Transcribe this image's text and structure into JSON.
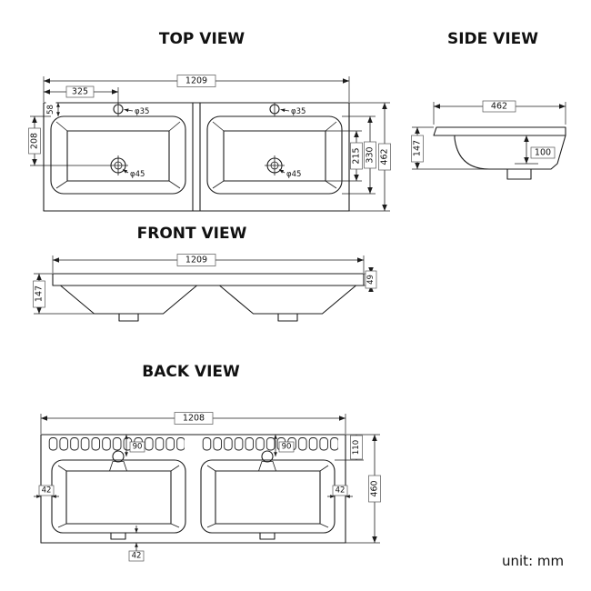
{
  "titles": {
    "top_view": "TOP VIEW",
    "side_view": "SIDE VIEW",
    "front_view": "FRONT VIEW",
    "back_view": "BACK VIEW"
  },
  "unit_note": "unit: mm",
  "top_view": {
    "overall_width": "1209",
    "faucet_offset": "325",
    "back_rim": "58",
    "rim_to_drain": "208",
    "overall_depth": "462",
    "basin_outer_length": "330",
    "basin_inner_length": "215",
    "faucet_hole": "φ35",
    "drain_hole": "φ45"
  },
  "side_view": {
    "overall_depth": "462",
    "height": "147",
    "bowl_depth": "100"
  },
  "front_view": {
    "overall_width": "1209",
    "rim_thickness": "49",
    "height": "147"
  },
  "back_view": {
    "overall_width": "1208",
    "top_to_basin": "110",
    "overall_height": "460",
    "faucet_drop": "90",
    "edge_gap": "42"
  }
}
